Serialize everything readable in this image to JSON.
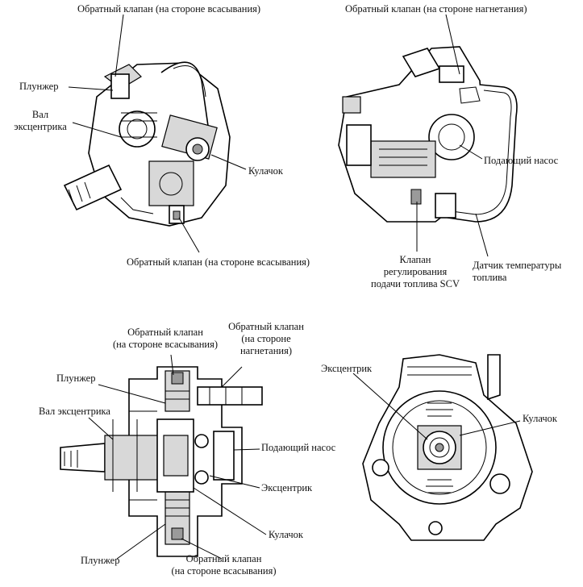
{
  "labels": {
    "tl_top": "Обратный клапан (на стороне всасывания)",
    "tl_plunger": "Плунжер",
    "tl_shaft_1": "Вал",
    "tl_shaft_2": "эксцентрика",
    "tl_cam": "Кулачок",
    "tl_bottom": "Обратный клапан (на стороне всасывания)",
    "tr_top": "Обратный клапан (на стороне нагнетания)",
    "tr_feed_pump": "Подающий насос",
    "tr_scv_1": "Клапан",
    "tr_scv_2": "регулирования",
    "tr_scv_3": "подачи топлива SCV",
    "tr_temp_1": "Датчик температуры",
    "tr_temp_2": "топлива",
    "bl_check_in_1": "Обратный клапан",
    "bl_check_in_2": "(на стороне всасывания)",
    "bl_check_out_1": "Обратный клапан",
    "bl_check_out_2": "(на стороне",
    "bl_check_out_3": "нагнетания)",
    "bl_plunger_top": "Плунжер",
    "bl_shaft": "Вал эксцентрика",
    "bl_feed_pump": "Подающий насос",
    "bl_eccentric": "Эксцентрик",
    "bl_cam": "Кулачок",
    "bl_plunger_bottom": "Плунжер",
    "bl_check_bottom_1": "Обратный клапан",
    "bl_check_bottom_2": "(на стороне всасывания)",
    "br_eccentric": "Эксцентрик",
    "br_cam": "Кулачок"
  }
}
